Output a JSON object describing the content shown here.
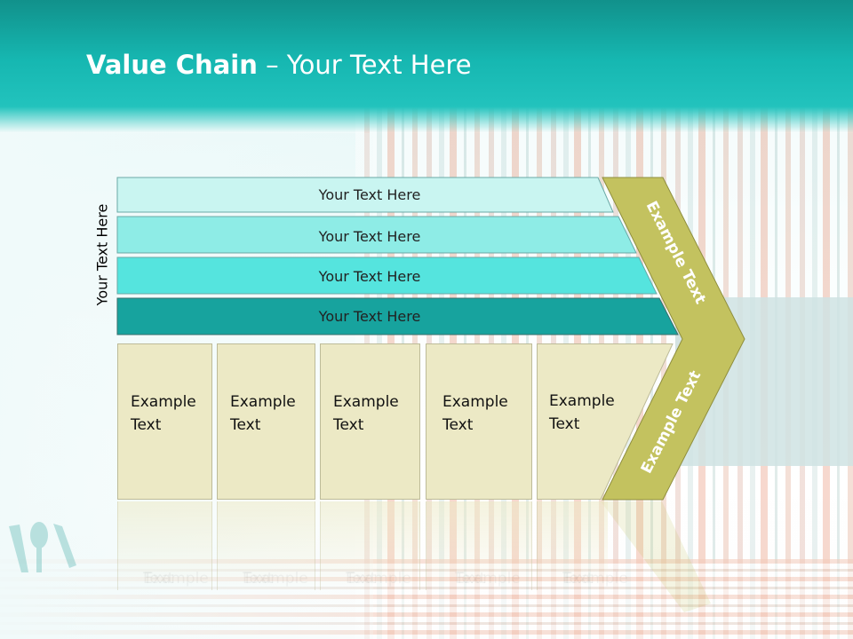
{
  "slide": {
    "title_bold": "Value Chain",
    "title_rest": " – Your Text Here",
    "side_label": "Your Text Here"
  },
  "bars": [
    {
      "label": "Your Text Here",
      "color": "#c9f5f1"
    },
    {
      "label": "Your Text Here",
      "color": "#8eece6"
    },
    {
      "label": "Your Text Here",
      "color": "#55e4de"
    },
    {
      "label": "Your Text Here",
      "color": "#17a39e"
    }
  ],
  "chevron": {
    "top_label": "Example Text",
    "bottom_label": "Example Text",
    "color": "#c3c25f"
  },
  "cards": [
    {
      "line1": "Example",
      "line2": "Text"
    },
    {
      "line1": "Example",
      "line2": "Text"
    },
    {
      "line1": "Example",
      "line2": "Text"
    },
    {
      "line1": "Example",
      "line2": "Text"
    },
    {
      "line1": "Example",
      "line2": "Text"
    }
  ],
  "colors": {
    "header": "#16b7b1",
    "card_fill": "#ece9c5"
  }
}
